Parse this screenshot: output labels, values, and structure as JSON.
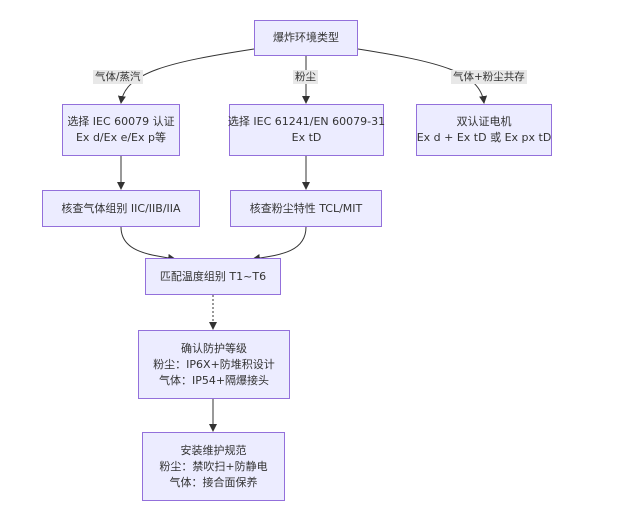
{
  "nodes": {
    "root": [
      "爆炸环境类型"
    ],
    "gas_select": [
      "选择 IEC 60079 认证",
      "Ex d/Ex e/Ex p等"
    ],
    "dust_select": [
      "选择 IEC 61241/EN 60079-31",
      "Ex tD"
    ],
    "dual": [
      "双认证电机",
      "Ex d + Ex tD 或 Ex px tD"
    ],
    "gas_group": [
      "核查气体组别 IIC/IIB/IIA"
    ],
    "dust_char": [
      "核查粉尘特性 TCL/MIT"
    ],
    "temp_class": [
      "匹配温度组别 T1~T6"
    ],
    "protection": [
      "确认防护等级",
      "粉尘：IP6X+防堆积设计",
      "气体：IP54+隔爆接头"
    ],
    "install": [
      "安装维护规范",
      "粉尘：禁吹扫+防静电",
      "气体：接合面保养"
    ]
  },
  "edge_labels": {
    "gas": "气体/蒸汽",
    "dust": "粉尘",
    "both": "气体+粉尘共存"
  },
  "colors": {
    "node_fill": "#ECECFF",
    "node_border": "#9370DB",
    "edge": "#333333",
    "label_bg": "#e8e8e8"
  }
}
